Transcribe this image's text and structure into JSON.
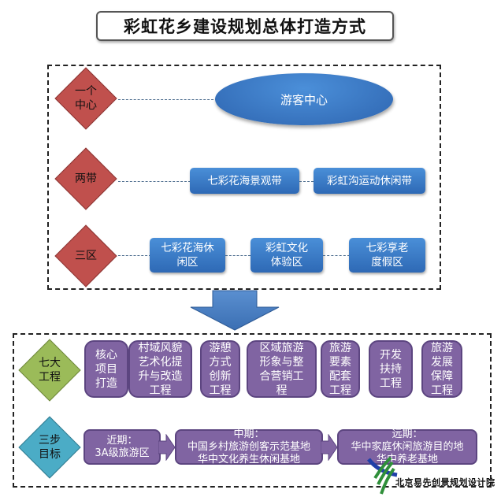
{
  "title": "彩虹花乡建设规划总体打造方式",
  "top_section": {
    "rows": [
      {
        "label": "一个\n中心",
        "label_lines": [
          "一个",
          "中心"
        ],
        "color": "#c0504d",
        "items": [
          "游客中心"
        ]
      },
      {
        "label": "两带",
        "label_lines": [
          "两带"
        ],
        "color": "#c0504d",
        "items": [
          "七彩花海景观带",
          "彩虹沟运动休闲带"
        ]
      },
      {
        "label": "三区",
        "label_lines": [
          "三区"
        ],
        "color": "#c0504d",
        "items": [
          {
            "lines": [
              "七彩花海休",
              "闲区"
            ]
          },
          {
            "lines": [
              "彩虹文化",
              "体验区"
            ]
          },
          {
            "lines": [
              "七彩享老",
              "度假区"
            ]
          }
        ]
      }
    ]
  },
  "bottom_section": {
    "projects": {
      "label_lines": [
        "七大",
        "工程"
      ],
      "color": "#9bbb59",
      "items": [
        {
          "lines": [
            "核心",
            "项目",
            "打造"
          ]
        },
        {
          "lines": [
            "村域风貌",
            "艺术化提",
            "升与改造",
            "工程"
          ]
        },
        {
          "lines": [
            "游憩",
            "方式",
            "创新",
            "工程"
          ]
        },
        {
          "lines": [
            "区域旅游",
            "形象与整",
            "合营销工",
            "程"
          ]
        },
        {
          "lines": [
            "旅游",
            "要素",
            "配套",
            "工程"
          ]
        },
        {
          "lines": [
            "开发",
            "扶持",
            "工程"
          ]
        },
        {
          "lines": [
            "旅游",
            "发展",
            "保障",
            "工程"
          ]
        }
      ]
    },
    "steps": {
      "label_lines": [
        "三步",
        "目标"
      ],
      "color": "#4bacc6",
      "items": [
        {
          "lines": [
            "近期：",
            "3A级旅游区"
          ]
        },
        {
          "lines": [
            "中期：",
            "中国乡村旅游创客示范基地",
            "华中文化养生休闲基地"
          ]
        },
        {
          "lines": [
            "远期：",
            "华中家庭休闲旅游目的地",
            "华中养老基地"
          ]
        }
      ]
    }
  },
  "logo": {
    "text": "北京易先创景规划设计院",
    "icon": "logo-swoosh-icon"
  },
  "colors": {
    "accent_blue": "#2e69b5",
    "purple": "#8064a2",
    "red": "#c0504d",
    "green": "#9bbb59",
    "teal": "#4bacc6"
  }
}
